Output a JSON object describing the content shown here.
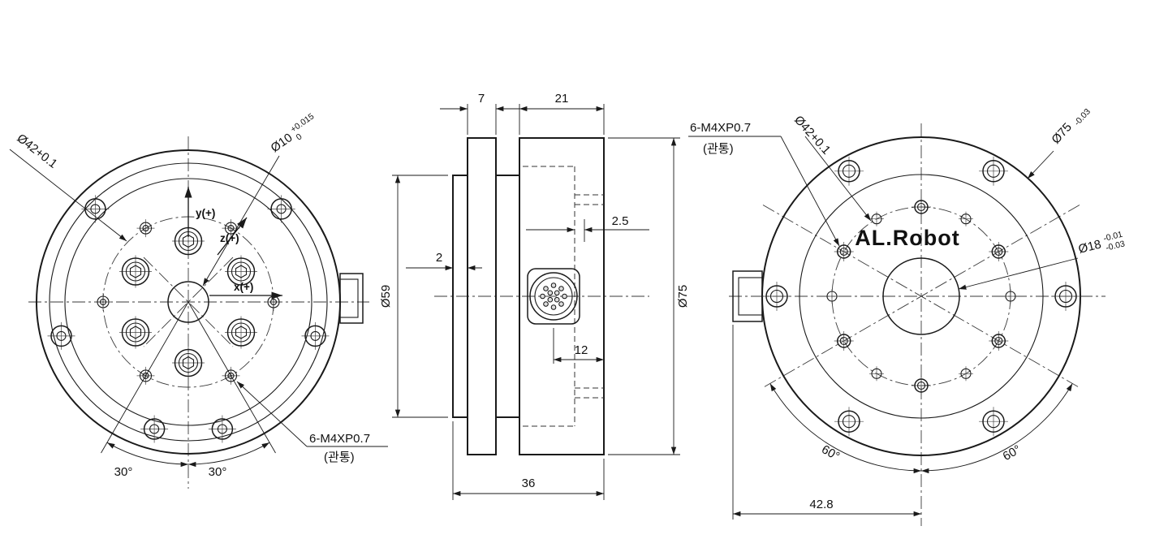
{
  "front_view": {
    "dim_bolt_circle": "Ø42+0.1",
    "dim_center_bore": "Ø10",
    "center_bore_tol_upper": "+0.015",
    "center_bore_tol_lower": "0",
    "axis_y": "y(+)",
    "axis_z": "z(+)",
    "axis_x": "x(+)",
    "angle_left": "30°",
    "angle_right": "30°",
    "thread_note": "6-M4XP0.7",
    "thread_note_sub": "(관통)"
  },
  "side_view": {
    "dim_width_flange": "7",
    "dim_width_body": "21",
    "dim_plate": "2",
    "dim_step": "2.5",
    "dim_connector_offset": "12",
    "dim_total_width": "36",
    "dim_diameter_pilot": "Ø59",
    "dim_diameter_body": "Ø75"
  },
  "back_view": {
    "brand": "AL.Robot",
    "dim_bolt_circle": "Ø42+0.1",
    "thread_note": "6-M4XP0.7",
    "thread_note_sub": "(관통)",
    "dim_outer": "Ø75",
    "outer_tol_lower": "-0.03",
    "dim_center_bore": "Ø18",
    "center_bore_tol_upper": "-0.01",
    "center_bore_tol_lower": "-0.03",
    "angle_left": "60°",
    "angle_right": "60°",
    "dim_connector_to_center": "42.8"
  }
}
